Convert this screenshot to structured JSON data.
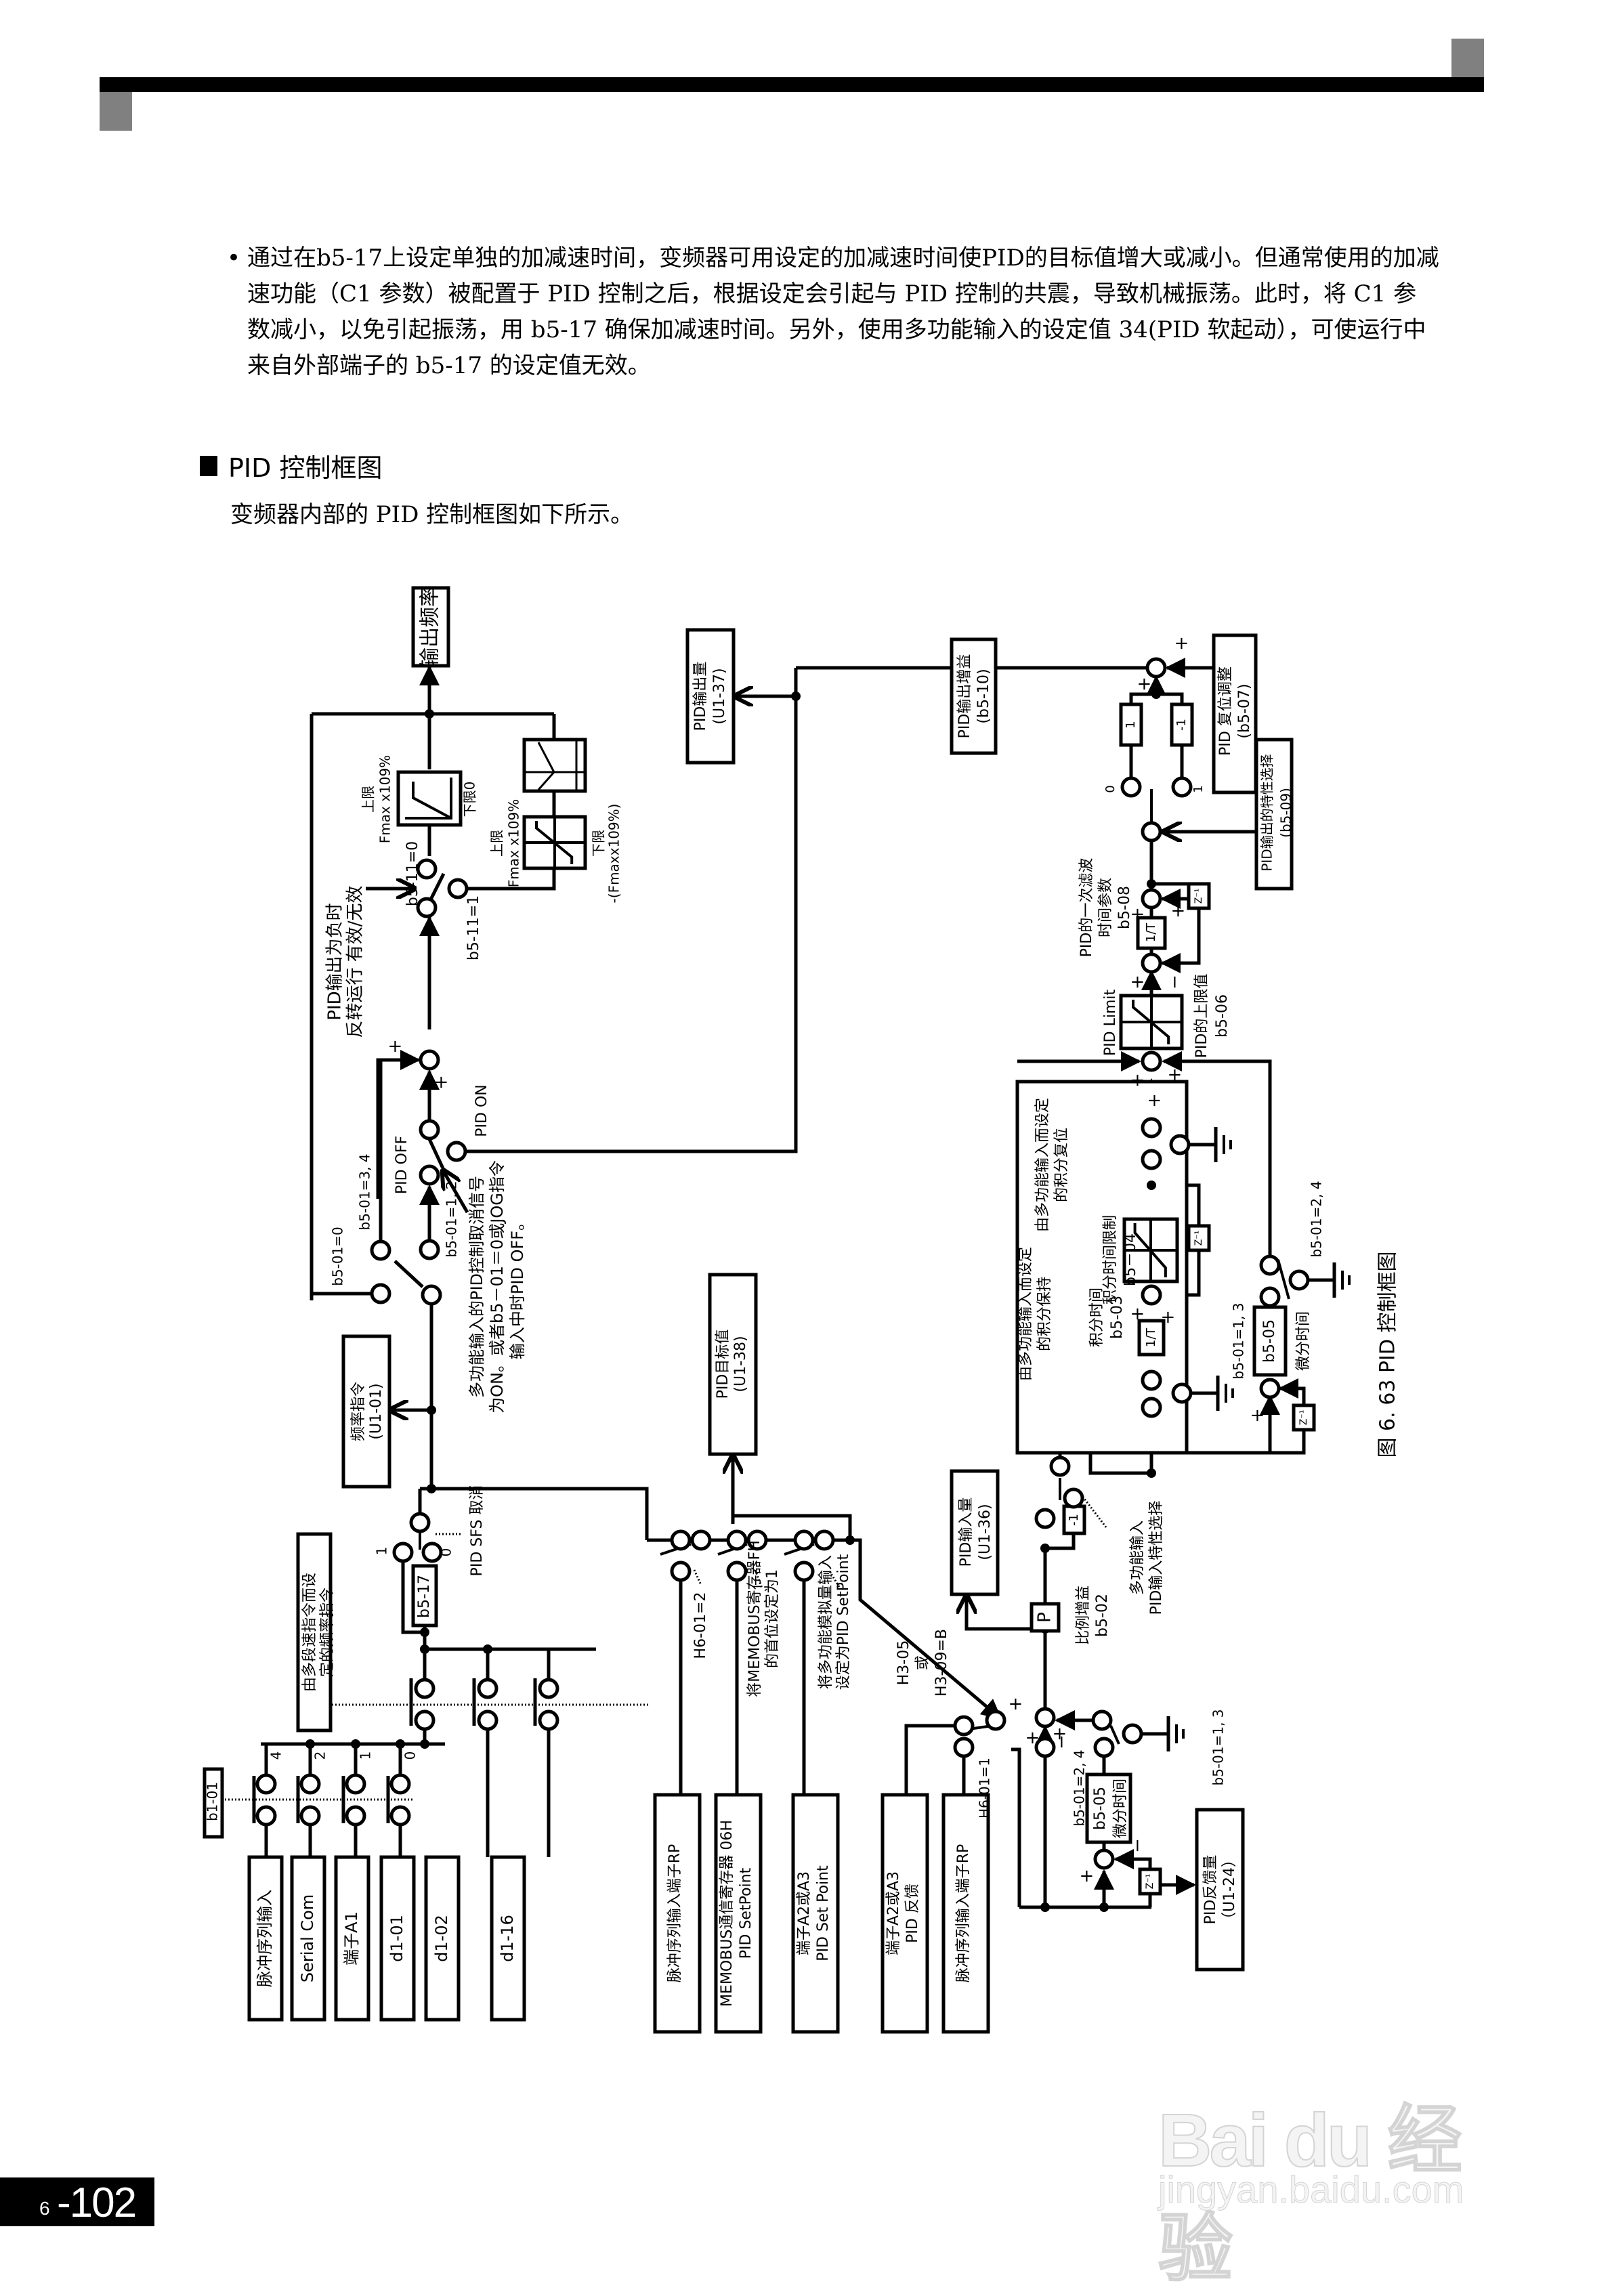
{
  "header": {
    "bar": "chapter-header-bar"
  },
  "intro": {
    "bullet": "•",
    "text": "通过在b5-17上设定单独的加减速时间，变频器可用设定的加减速时间使PID的目标值增大或减小。但通常使用的加减速功能（C1 参数）被配置于 PID 控制之后，根据设定会引起与 PID 控制的共震，导致机械振荡。此时，将 C1 参数减小，以免引起振荡，用 b5-17 确保加减速时间。另外，使用多功能输入的设定值 34(PID 软起动），可使运行中来自外部端子的 b5-17 的设定值无效。"
  },
  "section": {
    "title": "PID 控制框图",
    "description": "变频器内部的 PID 控制框图如下所示。"
  },
  "diagram": {
    "caption": "图 6. 63  PID 控制框图",
    "output_freq": "输出频率",
    "reverse_label": [
      "PID输出为负时",
      "反转运行  有效/无效"
    ],
    "b5_11_0": "b5-11=0",
    "b5_11_1": "b5-11=1",
    "limit1": {
      "upper": "上限",
      "upper_val": "Fmax  x109%",
      "lower": "下限0"
    },
    "limit2": {
      "upper": "上限",
      "upper_val": "Fmax  x109%",
      "lower": "下限",
      "lower_val": "-(Fmaxx109%)"
    },
    "pid_off": "PID OFF",
    "pid_on": "PID ON",
    "b5_01_0": "b5-01=0",
    "b5_01_34": "b5-01=3, 4",
    "b5_01_12": "b5-01=1, 2",
    "cancel_note": [
      "多功能输入的PID控制取消信号",
      "为ON。或者b5－01＝0或JOG指令",
      "输入中时PID OFF。"
    ],
    "freq_ref": [
      "频率指令",
      "(U1-01)"
    ],
    "pid_target": [
      "PID目标值",
      "(U1-38)"
    ],
    "pid_output_mon": [
      "PID输出量",
      "(U1-37)"
    ],
    "pid_output_gain": [
      "PID输出增益",
      "(b5-10)"
    ],
    "pid_offset": [
      "PID  复位调整",
      "(b5-07)"
    ],
    "pid_out_char": [
      "PID输出的特性选择",
      "(b5-09)"
    ],
    "gain_pos": "1",
    "gain_neg": "-1",
    "sel_0": "0",
    "sel_1": "1",
    "z_inv": "Z⁻¹",
    "one_over_t": "1/T",
    "filter_label": [
      "PID的一次滤波",
      "时间参数",
      "b5-08"
    ],
    "pid_limit": "PID Limit",
    "upper_limit": [
      "PID的上限值",
      "b5-06"
    ],
    "integral_reset": [
      "由多功能输入而设定",
      "的积分复位"
    ],
    "integral_hold": [
      "由多功能输入而设定",
      "的积分保持"
    ],
    "integral_limit": [
      "积分时间限制",
      "b5－04"
    ],
    "integral_time": [
      "积分时间",
      "b5-03"
    ],
    "b5_05": "b5-05",
    "deriv_time": "微分时间",
    "b5_01_13": "b5-01=1, 3",
    "b5_01_24": "b5-01=2, 4",
    "pid_input_mon": [
      "PID输入量",
      "(U1-36)"
    ],
    "p_block": "P",
    "prop_gain": [
      "比例增益",
      "b5-02"
    ],
    "neg_one": "-1",
    "input_char": [
      "多功能输入",
      "PID输入特性选择"
    ],
    "pid_sfs": "PID SFS 取消",
    "b5_17": "b5-17",
    "multi_speed": [
      "由多段速指令而设",
      "定的频率指令"
    ],
    "b1_01": "b1-01",
    "sel_nums": [
      "4",
      "2",
      "1",
      "0"
    ],
    "sw_1": "1",
    "sw_0": "0",
    "freq_sources": [
      "脉冲序列输入",
      "Serial Com",
      "端子A1",
      "d1-01",
      "d1-02",
      "d1-16"
    ],
    "h6_01_2": "H6-01=2",
    "memobus_note": [
      "将MEMOBUS寄存器FH",
      "的首位设定为1"
    ],
    "analog_note": [
      "将多功能模拟量输入",
      "设定为PID SetPoint"
    ],
    "h3_05": [
      "H3-05",
      "或",
      "H3-09=B"
    ],
    "h6_01_1": "H6-01=1",
    "setpoint_sources": [
      [
        "脉冲序列输入端子RP"
      ],
      [
        "MEMOBUS通信寄存器  06H",
        "PID SetPoint"
      ],
      [
        "端子A2或A3",
        "PID Set Point"
      ],
      [
        "端子A2或A3",
        "PID 反馈"
      ],
      [
        "脉冲序列输入端子RP"
      ]
    ],
    "deriv_block": [
      "b5-05",
      "微分时间"
    ],
    "b5_01_24b": "b5-01=2, 4",
    "b5_01_13b": "b5-01=1, 3",
    "pid_feedback_mon": [
      "PID反馈量",
      "（U1-24）"
    ],
    "plus": "+",
    "minus": "−"
  },
  "footer": {
    "chapter": "6",
    "page": "-102",
    "watermark_1": "Bai du 经验",
    "watermark_2": "jingyan.baidu.com"
  }
}
